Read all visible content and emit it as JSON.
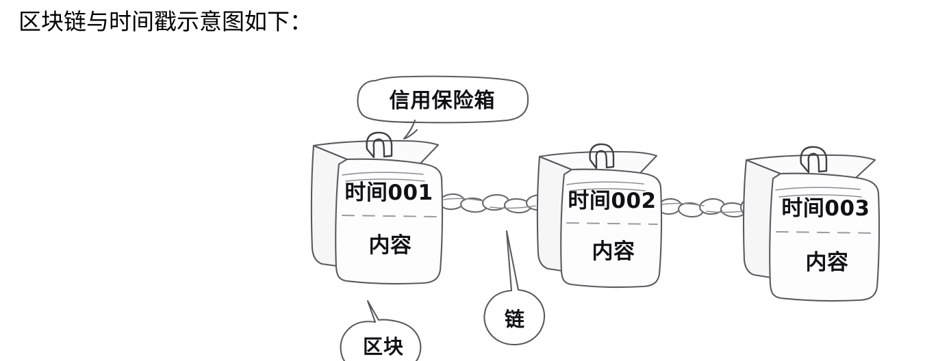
{
  "page": {
    "heading": "区块链与时间戳示意图如下：",
    "background_color": "#ffffff",
    "text_color": "#000000"
  },
  "diagram": {
    "name": "blockchain-timestamp-sketch",
    "style": "hand-drawn pencil sketch, greyscale",
    "ink_color": "#5a5a5e",
    "callout_bubble": {
      "label": "信用保险箱",
      "points_to": "block-1-handle"
    },
    "blocks": [
      {
        "id": "block-1",
        "time_label": "时间001",
        "content_label": "内容"
      },
      {
        "id": "block-2",
        "time_label": "时间002",
        "content_label": "内容"
      },
      {
        "id": "block-3",
        "time_label": "时间003",
        "content_label": "内容"
      }
    ],
    "chains": [
      {
        "id": "chain-1",
        "from": "block-1",
        "to": "block-2",
        "links": 6
      },
      {
        "id": "chain-2",
        "from": "block-2",
        "to": "block-3",
        "links": 5
      }
    ],
    "annotations": [
      {
        "id": "annotation-block",
        "label": "区块",
        "points_to": "block-1"
      },
      {
        "id": "annotation-chain",
        "label": "链",
        "points_to": "chain-1"
      }
    ]
  }
}
